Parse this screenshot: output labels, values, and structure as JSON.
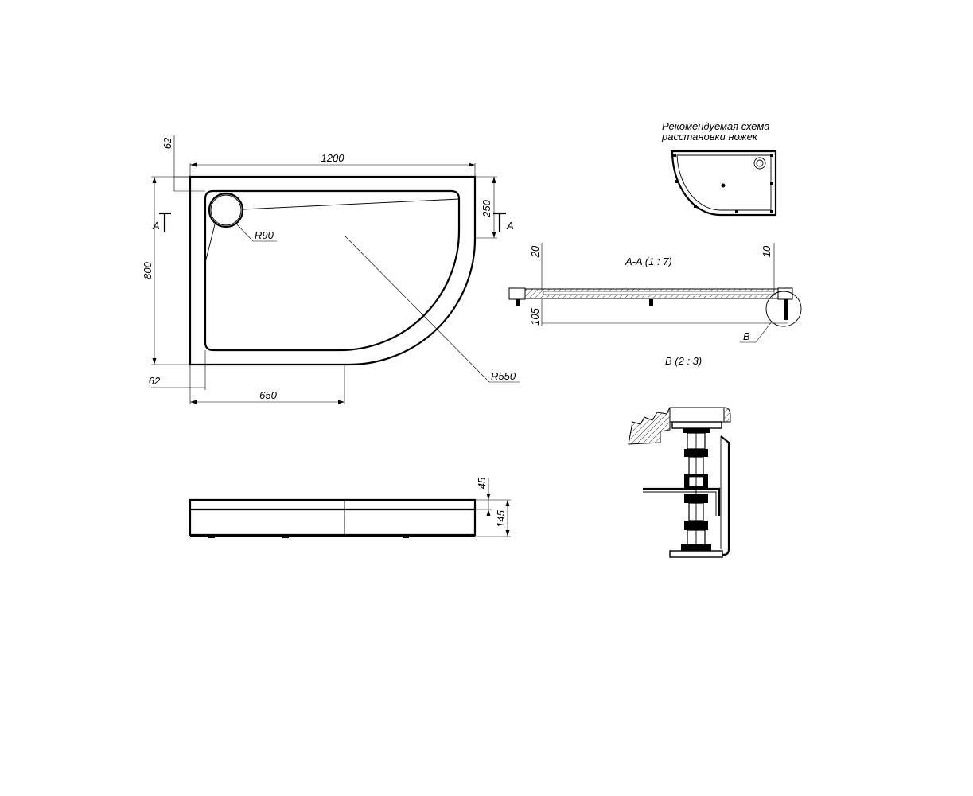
{
  "plan": {
    "dim_width": "1200",
    "dim_depth": "800",
    "dim_top_offset": "62",
    "dim_bottom_offset": "62",
    "dim_right_side": "250",
    "dim_straight": "650",
    "radius_drain": "R90",
    "radius_curve": "R550",
    "section_mark_left": "A",
    "section_mark_right": "A"
  },
  "legs_scheme": {
    "title_line1": "Рекомендуемая схема",
    "title_line2": "расстановки ножек"
  },
  "section": {
    "title": "A-A (1 : 7)",
    "dim_top_left": "20",
    "dim_top_right": "10",
    "dim_height": "105",
    "detail_callout": "B"
  },
  "detail": {
    "title": "B (2 : 3)"
  },
  "side_view": {
    "dim_top": "45",
    "dim_total": "145"
  }
}
